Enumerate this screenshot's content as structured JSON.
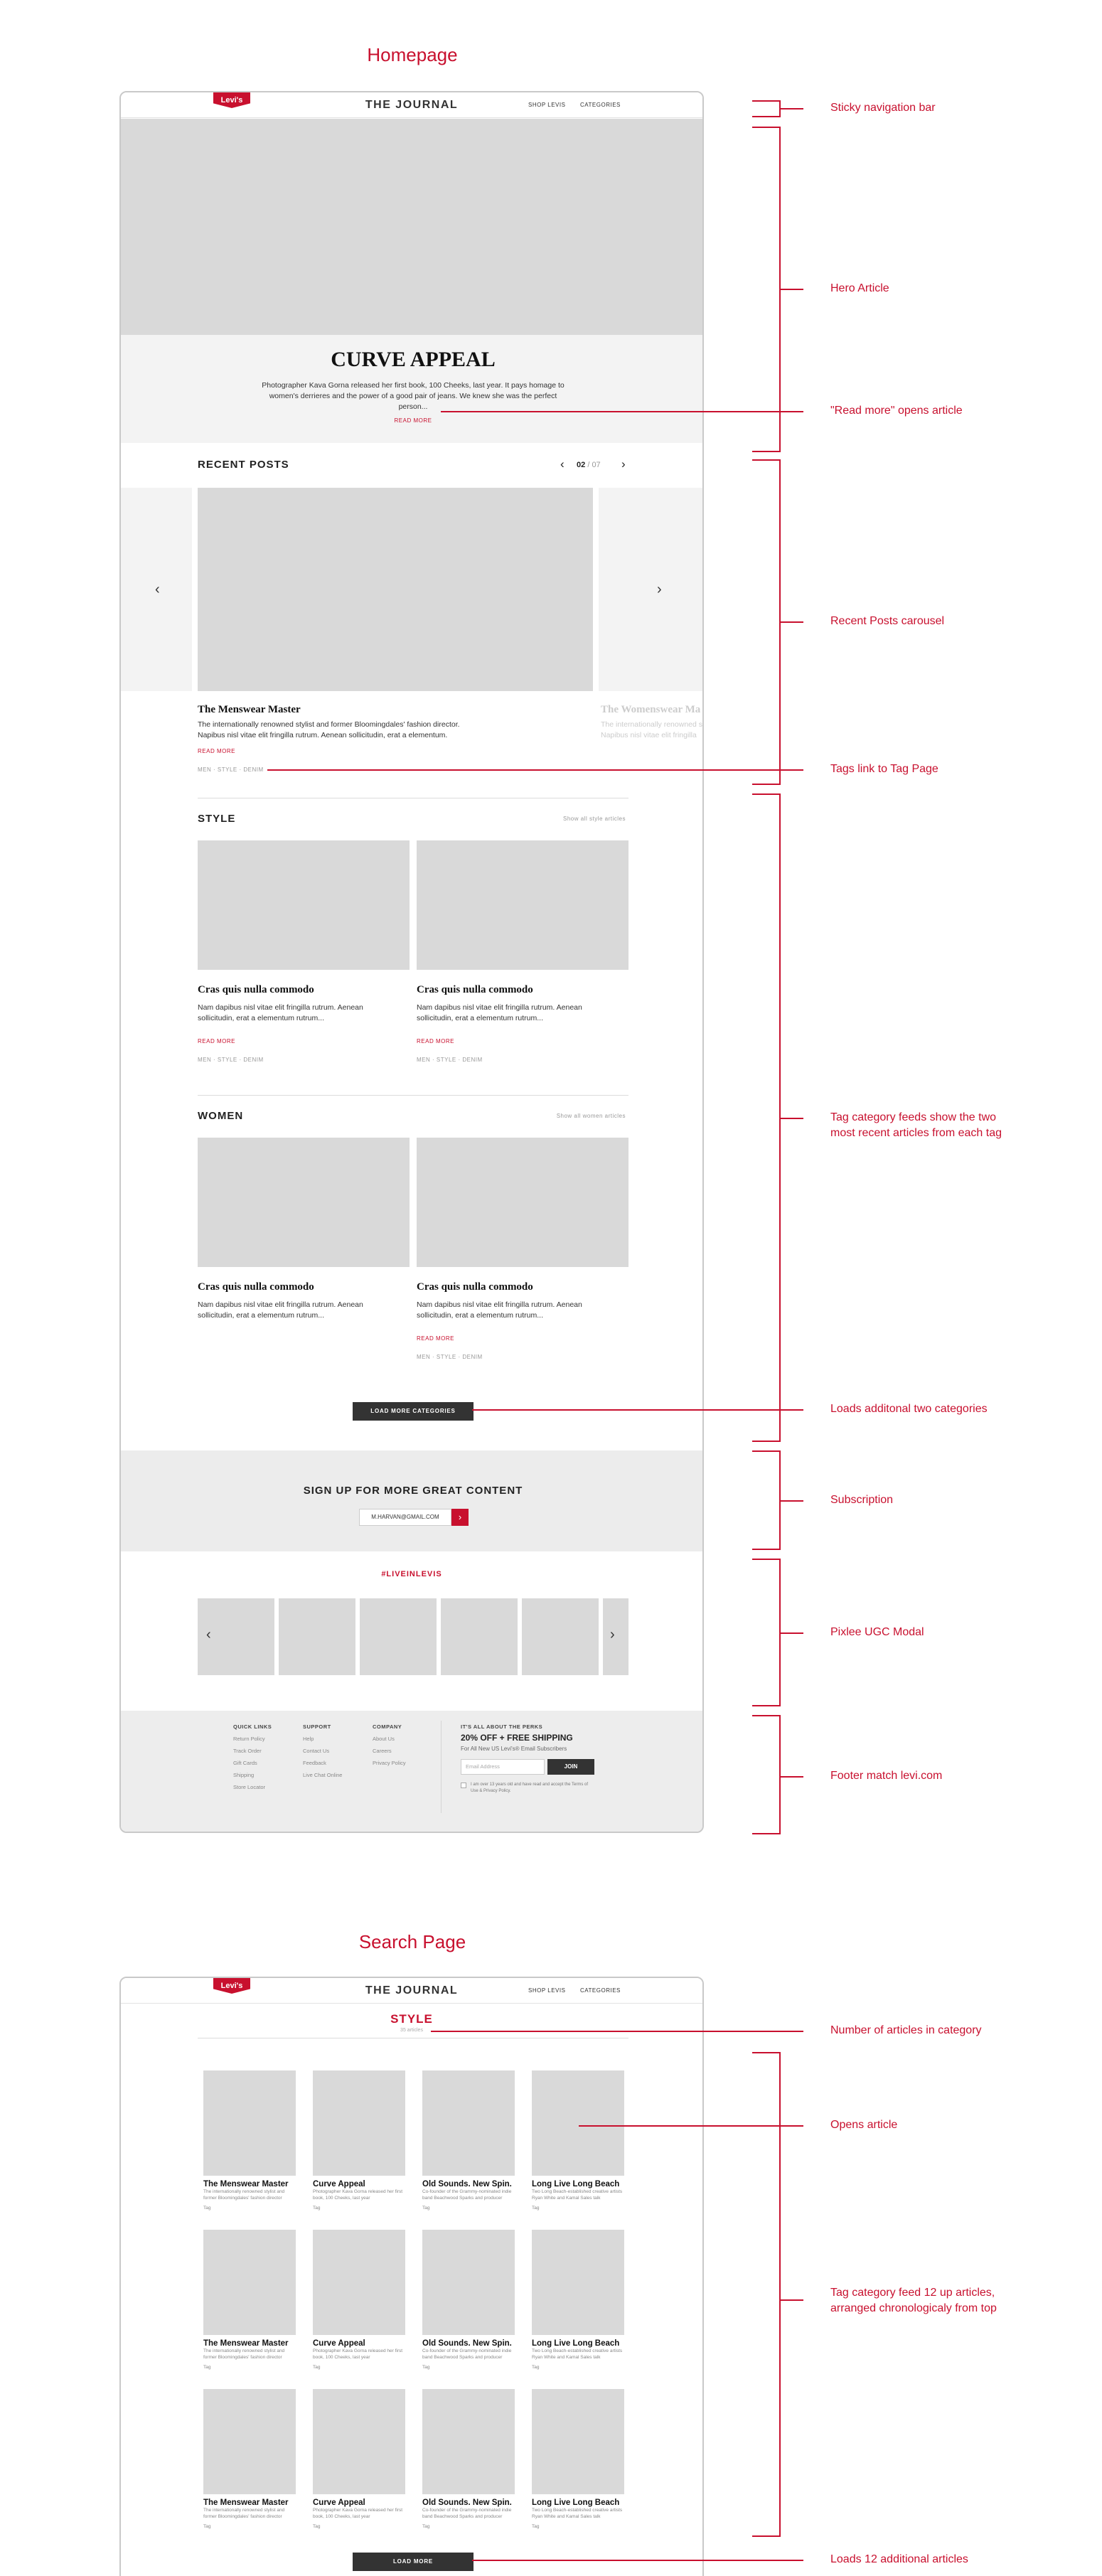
{
  "homepage": {
    "title": "Homepage",
    "nav": {
      "logo": "Levi's",
      "journal": "THE JOURNAL",
      "shop": "SHOP LEVIS",
      "categories": "CATEGORIES"
    },
    "hero": {
      "title": "CURVE APPEAL",
      "text": "Photographer Kava Gorna released her first book, 100 Cheeks, last year. It pays homage to women's derrieres and the power of a good pair of jeans. We knew she was the perfect person...",
      "read_more": "READ MORE"
    },
    "recent": {
      "heading": "RECENT POSTS",
      "page_current": "02",
      "page_sep": "/",
      "page_total": "07",
      "post_title": "The Menswear Master",
      "post_text": "The internationally renowned stylist and former Bloomingdales' fashion director. Napibus nisl vitae elit fringilla rutrum. Aenean sollicitudin, erat a elementum.",
      "read_more": "READ MORE",
      "tags": "MEN · STYLE · DENIM",
      "ghost_title": "The Womenswear Ma",
      "ghost_text": "The internationally renowned st Napibus nisl vitae elit fringilla"
    },
    "style": {
      "heading": "STYLE",
      "show_all": "Show all style articles",
      "articles": [
        {
          "title": "Cras quis nulla commodo",
          "text": "Nam dapibus nisl vitae elit fringilla rutrum. Aenean sollicitudin, erat a elementum rutrum...",
          "read_more": "READ MORE",
          "tags": "MEN · STYLE · DENIM"
        },
        {
          "title": "Cras quis nulla commodo",
          "text": "Nam dapibus nisl vitae elit fringilla rutrum. Aenean sollicitudin, erat a elementum rutrum...",
          "read_more": "READ MORE",
          "tags": "MEN · STYLE · DENIM"
        }
      ]
    },
    "women": {
      "heading": "WOMEN",
      "show_all": "Show all women articles",
      "articles": [
        {
          "title": "Cras quis nulla commodo",
          "text": "Nam dapibus nisl vitae elit fringilla rutrum. Aenean sollicitudin, erat a elementum rutrum...",
          "read_more": "",
          "tags": ""
        },
        {
          "title": "Cras quis nulla commodo",
          "text": "Nam dapibus nisl vitae elit fringilla rutrum. Aenean sollicitudin, erat a elementum rutrum...",
          "read_more": "READ MORE",
          "tags": "MEN · STYLE · DENIM"
        }
      ]
    },
    "load_more": "LOAD MORE CATEGORIES",
    "signup": {
      "heading": "SIGN UP FOR MORE GREAT CONTENT",
      "email": "M.HARVAN@GMAIL.COM",
      "submit": "›"
    },
    "ugc": {
      "hashtag": "#LIVEINLEVIS"
    },
    "footer": {
      "quick": {
        "head": "QUICK LINKS",
        "items": [
          "Return Policy",
          "Track Order",
          "Gift Cards",
          "Shipping",
          "Store Locator"
        ]
      },
      "support": {
        "head": "SUPPORT",
        "items": [
          "Help",
          "Contact Us",
          "Feedback",
          "Live Chat Online"
        ]
      },
      "company": {
        "head": "COMPANY",
        "items": [
          "About Us",
          "Careers",
          "Privacy Policy"
        ]
      },
      "perks": {
        "head": "IT'S ALL ABOUT THE PERKS",
        "offer": "20% OFF + FREE SHIPPING",
        "sub": "For All New US Levi's® Email Subscribers",
        "placeholder": "Email Address",
        "join": "JOIN",
        "terms": "I am over 13 years old and have read and accept the Terms of Use & Privacy Policy."
      }
    }
  },
  "search": {
    "title": "Search Page",
    "heading": "STYLE",
    "count": "35 articles",
    "cards": [
      {
        "title": "The Menswear Master",
        "text": "The internationally renowned stylist and former Bloomingdales' fashion director",
        "tag": "Tag"
      },
      {
        "title": "Curve Appeal",
        "text": "Photographer Kava Gorna released her first book, 100 Cheeks, last year",
        "tag": "Tag"
      },
      {
        "title": "Old Sounds. New Spin.",
        "text": "Co-founder of the Grammy-nominated indie band Beachwood Sparks and producer",
        "tag": "Tag"
      },
      {
        "title": "Long Live Long Beach",
        "text": "Two Long Beach-established creative artists Ryan White and Kamal Sales talk",
        "tag": "Tag"
      }
    ],
    "load_more": "LOAD MORE"
  },
  "annotations": {
    "sticky": "Sticky navigation bar",
    "hero": "Hero Article",
    "read_more": "\"Read more\" opens article",
    "carousel": "Recent Posts carousel",
    "tags": "Tags link to Tag Page",
    "tag_feeds": "Tag category feeds show the two most recent articles from each tag",
    "loads_two": "Loads additonal two categories",
    "subscription": "Subscription",
    "pixlee": "Pixlee UGC Modal",
    "footer": "Footer match levi.com",
    "num_articles": "Number of articles in category",
    "opens": "Opens article",
    "feed12": "Tag category feed 12 up articles, arranged chronologicaly from top",
    "loads12": "Loads 12 additional articles"
  },
  "colors": {
    "accent": "#c8102e",
    "placeholder": "#d9d9d9",
    "dark_button": "#333333"
  }
}
